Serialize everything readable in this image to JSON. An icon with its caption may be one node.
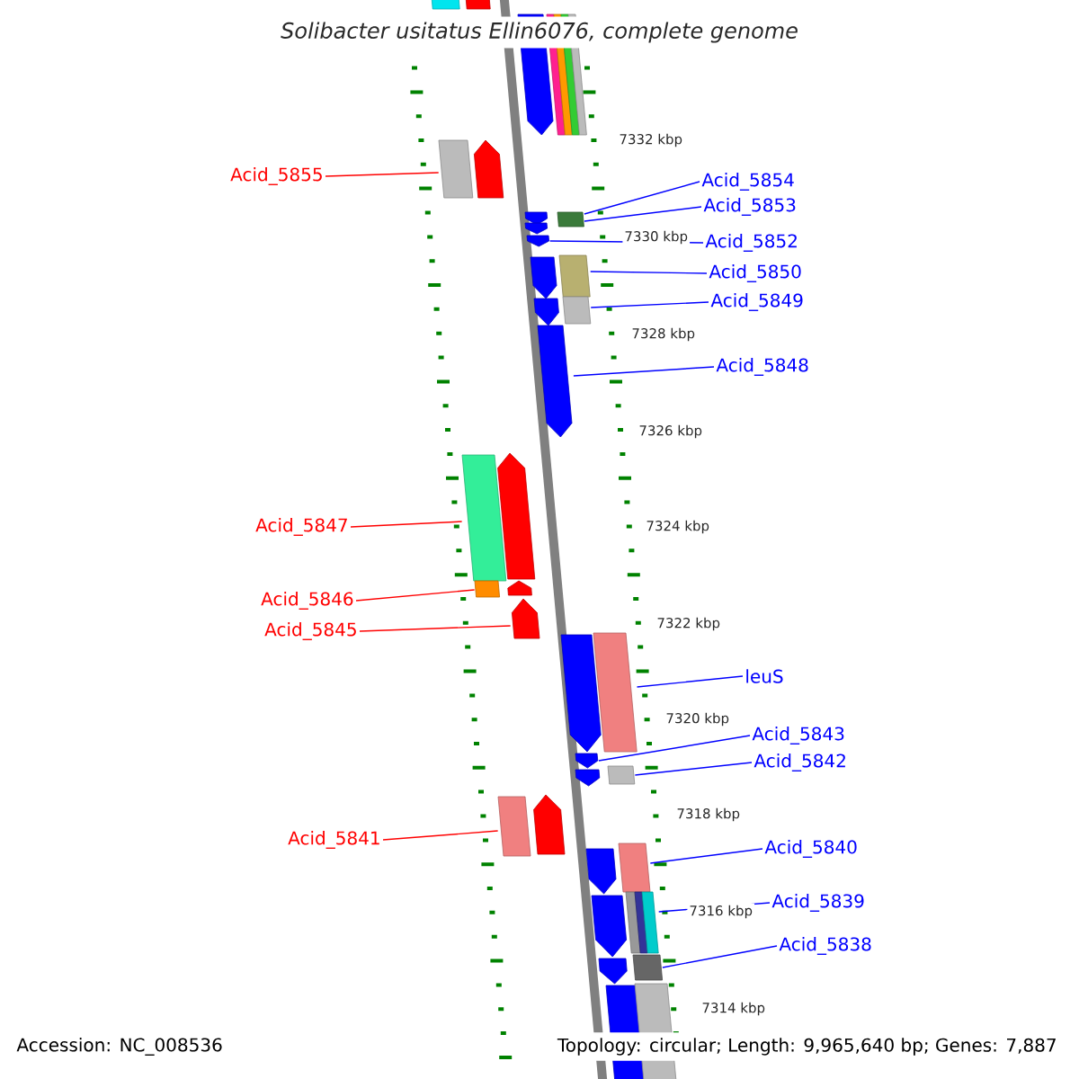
{
  "diagram": {
    "title": "Solibacter usitatus Ellin6076, complete genome",
    "nodes": [
      {
        "text": [
          "Acid_5855"
        ]
      },
      {
        "text": [
          "Acid_5854"
        ]
      },
      {
        "text": [
          "Acid_5853"
        ]
      },
      {
        "text": [
          "Acid_5852"
        ]
      },
      {
        "text": [
          "Acid_5850"
        ]
      },
      {
        "text": [
          "Acid_5849"
        ]
      },
      {
        "text": [
          "Acid_5848"
        ]
      },
      {
        "text": [
          "Acid_5847"
        ]
      },
      {
        "text": [
          "Acid_5846"
        ]
      },
      {
        "text": [
          "Acid_5845"
        ]
      },
      {
        "text": [
          "leuS"
        ]
      },
      {
        "text": [
          "Acid_5843"
        ]
      },
      {
        "text": [
          "Acid_5842"
        ]
      },
      {
        "text": [
          "Acid_5841"
        ]
      },
      {
        "text": [
          "Acid_5840"
        ]
      },
      {
        "text": [
          "Acid_5839"
        ]
      },
      {
        "text": [
          "Acid_5838"
        ]
      },
      {
        "text": [],
        "shape": "box"
      },
      {
        "text": [],
        "shape": "box"
      },
      {
        "text": [],
        "shape": "arrow"
      },
      {
        "text": [],
        "shape": "box"
      },
      {
        "text": [],
        "shape": "box"
      },
      {
        "text": [],
        "shape": "box"
      },
      {
        "text": [],
        "shape": "box"
      },
      {
        "text": [],
        "shape": "box"
      },
      {
        "text": [],
        "shape": "arrow"
      },
      {
        "text": [],
        "shape": "arrow"
      },
      {
        "text": [],
        "shape": "arrow"
      },
      {
        "text": [],
        "shape": "arrow"
      },
      {
        "text": [],
        "shape": "box"
      },
      {
        "text": [],
        "shape": "arrow"
      },
      {
        "text": [],
        "shape": "box"
      },
      {
        "text": [],
        "shape": "arrow"
      },
      {
        "text": [],
        "shape": "box"
      },
      {
        "text": [],
        "shape": "arrow"
      },
      {
        "text": [],
        "shape": "box"
      },
      {
        "text": [],
        "shape": "box"
      },
      {
        "text": [],
        "shape": "arrow"
      },
      {
        "text": [],
        "shape": "arrow"
      },
      {
        "text": [],
        "shape": "arrow"
      },
      {
        "text": [],
        "shape": "arrow"
      },
      {
        "text": [],
        "shape": "box"
      },
      {
        "text": [],
        "shape": "arrow"
      },
      {
        "text": [],
        "shape": "arrow"
      },
      {
        "text": [],
        "shape": "box"
      },
      {
        "text": [],
        "shape": "box"
      },
      {
        "text": [],
        "shape": "arrow"
      },
      {
        "text": [],
        "shape": "arrow"
      },
      {
        "text": [],
        "shape": "box"
      },
      {
        "text": [],
        "shape": "arrow"
      },
      {
        "text": [],
        "shape": "box"
      },
      {
        "text": [],
        "shape": "box"
      },
      {
        "text": [],
        "shape": "box"
      },
      {
        "text": [],
        "shape": "arrow"
      },
      {
        "text": [],
        "shape": "box"
      },
      {
        "text": [],
        "shape": "box"
      },
      {
        "text": [],
        "shape": "box"
      }
    ],
    "edges": [
      {
        "from": 0,
        "to": 24,
        "arrow": "none",
        "color": "#ff0000"
      },
      {
        "from": 1,
        "to": 29,
        "arrow": "none"
      },
      {
        "from": 2,
        "to": 29,
        "arrow": "none"
      },
      {
        "from": 3,
        "to": 28,
        "arrow": "none"
      },
      {
        "from": 4,
        "to": 31,
        "arrow": "none"
      },
      {
        "from": 5,
        "to": 33,
        "arrow": "none"
      },
      {
        "from": 6,
        "to": 34,
        "arrow": "none"
      },
      {
        "from": 7,
        "to": 35,
        "arrow": "none",
        "color": "#ff0000"
      },
      {
        "from": 8,
        "to": 36,
        "arrow": "none",
        "color": "#ff0000"
      },
      {
        "from": 9,
        "to": 39,
        "arrow": "none",
        "color": "#ff0000"
      },
      {
        "from": 10,
        "to": 41,
        "arrow": "none"
      },
      {
        "from": 11,
        "to": 42,
        "arrow": "none"
      },
      {
        "from": 12,
        "to": 44,
        "arrow": "none"
      },
      {
        "from": 13,
        "to": 45,
        "arrow": "none",
        "color": "#ff0000"
      },
      {
        "from": 14,
        "to": 48,
        "arrow": "none"
      },
      {
        "from": 15,
        "to": 52,
        "arrow": "none"
      },
      {
        "from": 16,
        "to": 54,
        "arrow": "none"
      }
    ],
    "labels": [
      "7332 kbp",
      "7330 kbp",
      "7328 kbp",
      "7326 kbp",
      "7324 kbp",
      "7322 kbp",
      "7320 kbp",
      "7318 kbp",
      "7316 kbp",
      "7314 kbp",
      "Accession: NC_008536",
      "Topology: circular; Length: 9,965,640 bp; Genes: 7,887"
    ]
  }
}
